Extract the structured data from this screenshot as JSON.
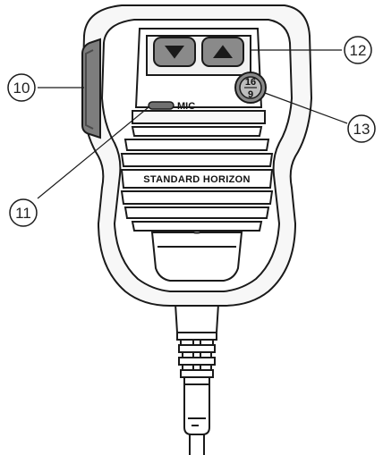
{
  "labels": {
    "brand": "STANDARD HORIZON",
    "mic": "MIC",
    "channel_button_top": "16",
    "channel_button_bottom": "9"
  },
  "callouts": [
    {
      "id": "10",
      "label": "10"
    },
    {
      "id": "11",
      "label": "11"
    },
    {
      "id": "12",
      "label": "12"
    },
    {
      "id": "13",
      "label": "13"
    }
  ],
  "icons": {
    "down_button": "triangle-down-icon",
    "up_button": "triangle-up-icon"
  },
  "colors": {
    "stroke": "#1a1a1a",
    "body_fill": "#f7f7f7",
    "button_fill": "#8a8a8a",
    "ptt_fill": "#7d7d7d",
    "led_fill": "#707070"
  }
}
